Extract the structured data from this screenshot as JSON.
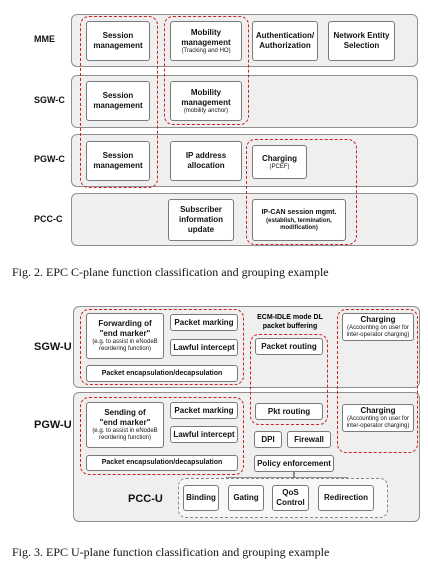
{
  "fig2": {
    "caption": "Fig. 2.  EPC C-plane function classification and grouping example",
    "rows": {
      "mme": "MME",
      "sgwc": "SGW-C",
      "pgwc": "PGW-C",
      "pccc": "PCC-C"
    },
    "boxes": {
      "mme_session": {
        "title": "Session\nmanagement"
      },
      "mme_mobility": {
        "title": "Mobility\nmanagement",
        "sub": "(Tracking and HO)"
      },
      "mme_auth": {
        "title": "Authentication/\nAuthorization"
      },
      "mme_entity": {
        "title": "Network Entity\nSelection"
      },
      "sgwc_session": {
        "title": "Session\nmanagement"
      },
      "sgwc_mobility": {
        "title": "Mobility\nmanagement",
        "sub": "(mobility anchor)"
      },
      "pgwc_session": {
        "title": "Session\nmanagement"
      },
      "pgwc_ip": {
        "title": "IP address\nallocation"
      },
      "pgwc_charging": {
        "title": "Charging",
        "sub": "(PCEF)"
      },
      "pccc_subscriber": {
        "title": "Subscriber\ninformation\nupdate"
      },
      "pccc_ipcan": {
        "title": "IP-CAN session mgmt.",
        "sub": "(establish, termination,\nmodification)"
      }
    }
  },
  "fig3": {
    "caption": "Fig. 3.  EPC U-plane function classification and grouping example",
    "rows": {
      "sgwu": "SGW-U",
      "pgwu": "PGW-U",
      "pccu": "PCC-U"
    },
    "boxes": {
      "sgwu_forward": {
        "title": "Forwarding of\n\"end marker\"",
        "sub": "(e.g. to assist in eNodeB\nreordering function)"
      },
      "sgwu_marking": {
        "title": "Packet marking"
      },
      "sgwu_lawful": {
        "title": "Lawful intercept"
      },
      "sgwu_ecm": {
        "title": "ECM-IDLE mode DL\npacket buffering"
      },
      "sgwu_routing": {
        "title": "Packet routing"
      },
      "sgwu_charging": {
        "title": "Charging",
        "sub": "(Accounting on user for\ninter-operator charging)"
      },
      "sgwu_encap": {
        "title": "Packet encapsulation/decapsulation"
      },
      "pgwu_sending": {
        "title": "Sending of\n\"end marker\"",
        "sub": "(e.g. to assist in eNodeB\nreordering function)"
      },
      "pgwu_marking": {
        "title": "Packet marking"
      },
      "pgwu_lawful": {
        "title": "Lawful intercept"
      },
      "pgwu_pkt": {
        "title": "Pkt routing"
      },
      "pgwu_charging": {
        "title": "Charging",
        "sub": "(Accounting on user for\ninter-operator charging)"
      },
      "pgwu_dpi": {
        "title": "DPI"
      },
      "pgwu_firewall": {
        "title": "Firewall"
      },
      "pgwu_encap": {
        "title": "Packet encapsulation/decapsulation"
      },
      "pgwu_policy": {
        "title": "Policy enforcement"
      },
      "pccu_binding": {
        "title": "Binding"
      },
      "pccu_gating": {
        "title": "Gating"
      },
      "pccu_qos": {
        "title": "QoS\nControl"
      },
      "pccu_redirection": {
        "title": "Redirection"
      }
    }
  }
}
